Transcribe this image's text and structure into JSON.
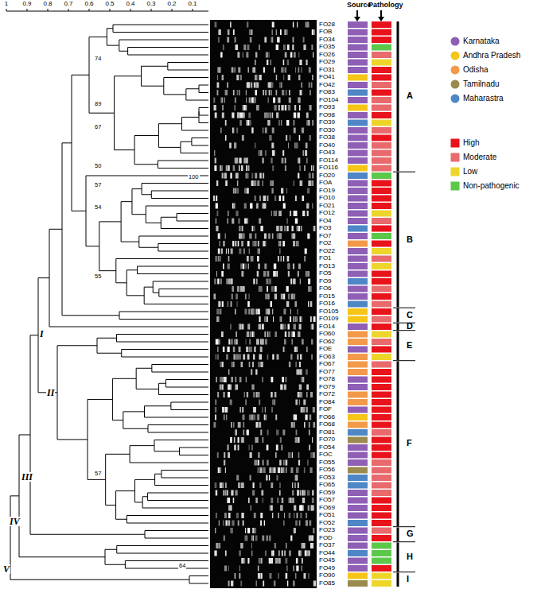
{
  "diagram": {
    "labels": [
      "1",
      "0.9",
      "0.8",
      "0.7",
      "0.6",
      "0.5",
      "0.4",
      "0.3",
      "0.2",
      "0.1",
      "Source",
      "Pathology",
      "FO28",
      "FOB",
      "FO34",
      "FO35",
      "FO26",
      "FO29",
      "FO31",
      "FO41",
      "FO42",
      "FO83",
      "FO104",
      "FO93",
      "FO98",
      "FO39",
      "FO30",
      "FO38",
      "FO40",
      "FO43",
      "FO114",
      "FO116",
      "FO20",
      "FOA",
      "FO19",
      "FO10",
      "FO21",
      "FO12",
      "FO4",
      "FO3",
      "FO7",
      "FO2",
      "FO22",
      "FO1",
      "FO13",
      "FO5",
      "FO9",
      "FO6",
      "FO15",
      "FO16",
      "FO105",
      "FO109",
      "FO14",
      "FO60",
      "FO62",
      "FOE",
      "FO63",
      "FO67",
      "FO77",
      "FO78",
      "FO79",
      "FO72",
      "FO84",
      "FOF",
      "FO66",
      "FO68",
      "FO81",
      "FO70",
      "FO54",
      "FOC",
      "FO55",
      "FO56",
      "FO53",
      "FO65",
      "FO59",
      "FO57",
      "FO69",
      "FO51",
      "FO52",
      "FO23",
      "FOD",
      "FO37",
      "FO44",
      "FO45",
      "FO49",
      "FO90",
      "FO85",
      "74",
      "89",
      "67",
      "50",
      "100",
      "57",
      "54",
      "55",
      "57",
      "64",
      "A",
      "B",
      "C",
      "D",
      "E",
      "F",
      "G",
      "H",
      "I",
      "I",
      "II",
      "III",
      "IV",
      "V"
    ],
    "legend": [
      {
        "text": "Karnataka",
        "color": "#8e5fb5"
      },
      {
        "text": "Andhra Pradesh",
        "color": "#f5c518"
      },
      {
        "text": "Odisha",
        "color": "#f3994a"
      },
      {
        "text": "Tamilnadu",
        "color": "#9b8a4e"
      },
      {
        "text": "Maharastra",
        "color": "#4f86c6"
      },
      {
        "text": "High",
        "color": "#e8141b"
      },
      {
        "text": "Moderate",
        "color": "#e86a6c"
      },
      {
        "text": "Low",
        "color": "#eed52c"
      },
      {
        "text": "Non-pathogenic",
        "color": "#5cc84a"
      }
    ]
  }
}
